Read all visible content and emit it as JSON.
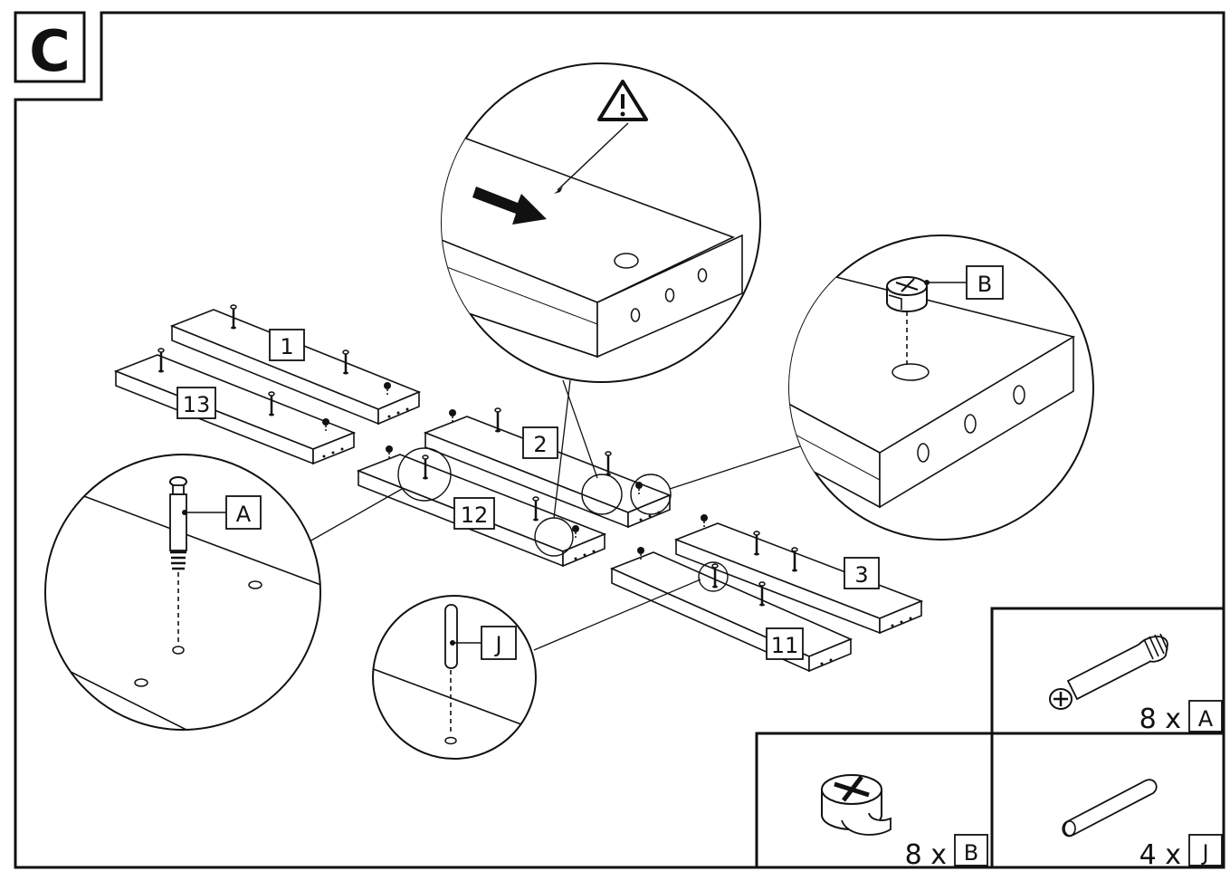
{
  "step": {
    "label": "C"
  },
  "panels": [
    {
      "id": "p1",
      "label": "1"
    },
    {
      "id": "p13",
      "label": "13"
    },
    {
      "id": "p2",
      "label": "2"
    },
    {
      "id": "p12",
      "label": "12"
    },
    {
      "id": "p3",
      "label": "3"
    },
    {
      "id": "p11",
      "label": "11"
    }
  ],
  "callouts": {
    "A": "A",
    "B": "B",
    "J": "J"
  },
  "warning": {
    "icon": "warning-triangle-icon",
    "arrow": "direction-arrow-icon"
  },
  "hardware": [
    {
      "id": "hw-a",
      "qty": "8 x",
      "code": "A",
      "icon": "cam-bolt-icon"
    },
    {
      "id": "hw-b",
      "qty": "8 x",
      "code": "B",
      "icon": "cam-lock-icon"
    },
    {
      "id": "hw-j",
      "qty": "4 x",
      "code": "J",
      "icon": "wooden-dowel-icon"
    }
  ]
}
